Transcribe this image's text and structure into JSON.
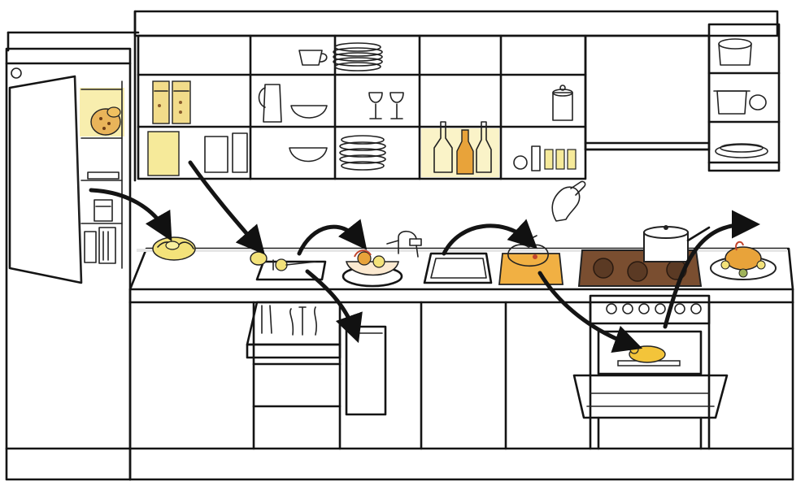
{
  "diagram": {
    "type": "kitchen-workflow-illustration",
    "stations": [
      {
        "id": "fridge"
      },
      {
        "id": "counter-prep-left"
      },
      {
        "id": "cutting-board"
      },
      {
        "id": "colander"
      },
      {
        "id": "sink"
      },
      {
        "id": "chopping-board-right"
      },
      {
        "id": "stove"
      },
      {
        "id": "trash-bin"
      },
      {
        "id": "oven"
      },
      {
        "id": "serving-platter"
      }
    ],
    "flow": [
      {
        "from": "fridge",
        "to": "counter-prep-left"
      },
      {
        "from": "upper-shelf",
        "to": "cutting-board"
      },
      {
        "from": "cutting-board",
        "to": "colander"
      },
      {
        "from": "cutting-board",
        "to": "trash-bin"
      },
      {
        "from": "sink",
        "to": "chopping-board-right"
      },
      {
        "from": "chopping-board-right",
        "to": "oven"
      },
      {
        "from": "oven",
        "to": "serving-platter"
      }
    ],
    "colors": {
      "line": "#141414",
      "highlight_yellow": "#f3e27a",
      "food_orange": "#e8a33a",
      "food_brown": "#8a5a2b",
      "stove_dark": "#5b3a24"
    }
  }
}
